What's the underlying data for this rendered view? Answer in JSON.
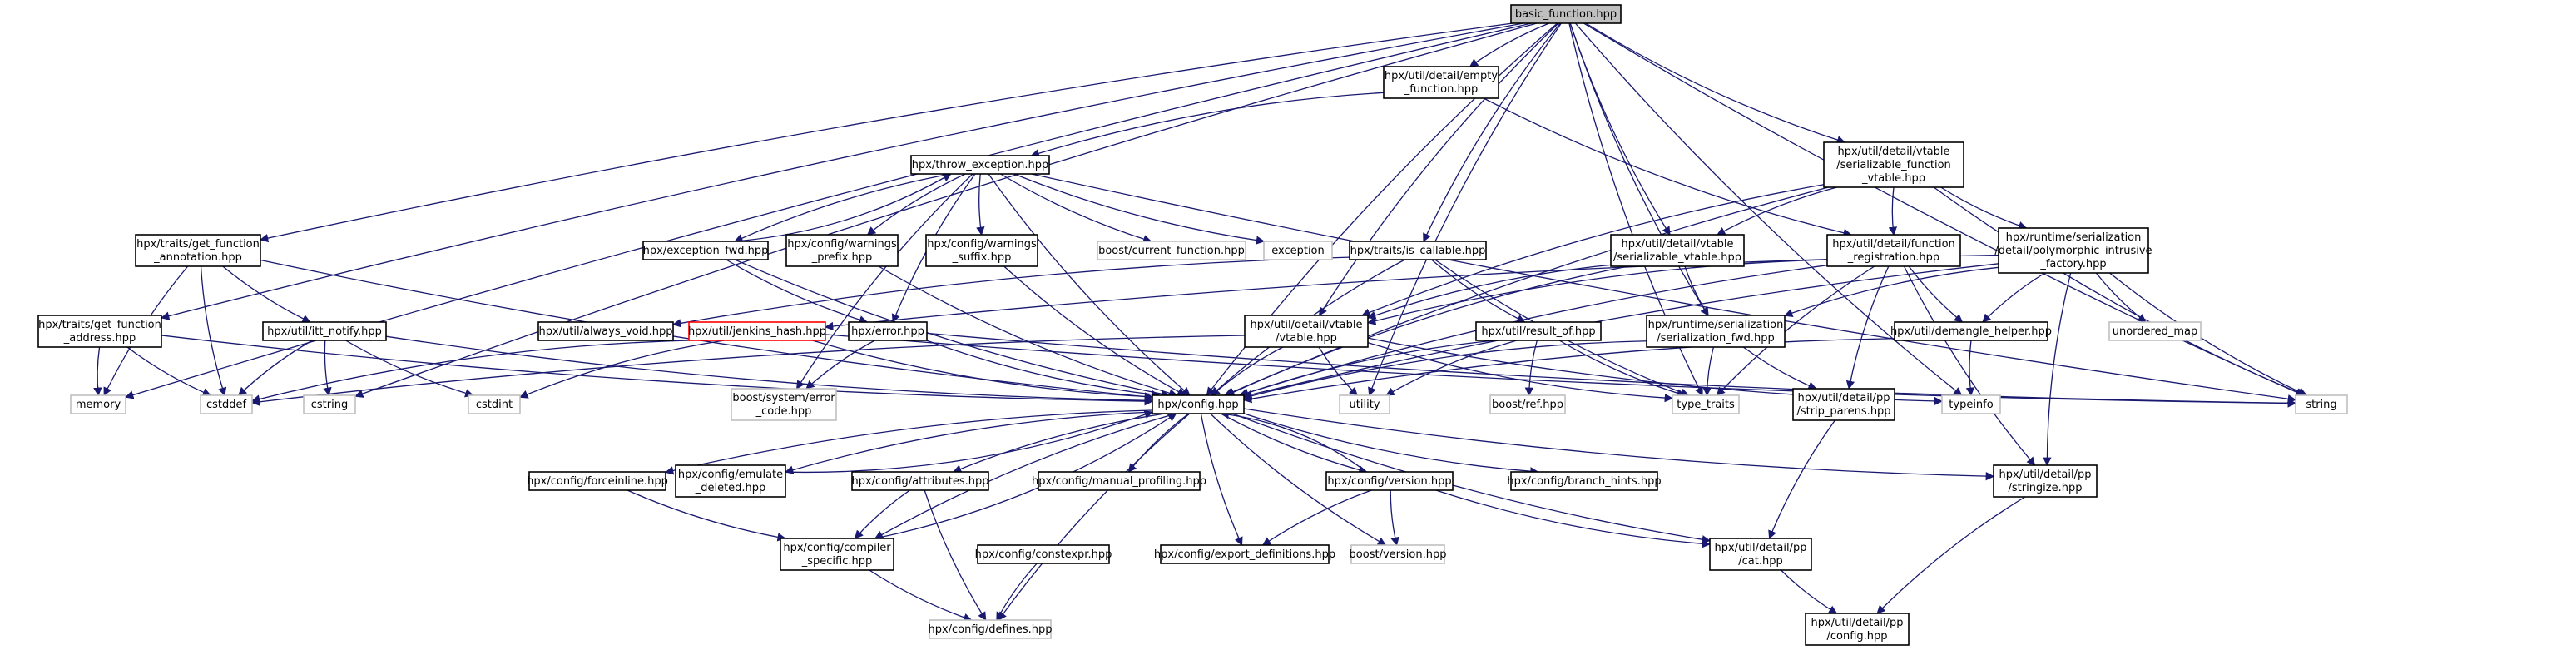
{
  "diagram": {
    "nodes": [
      {
        "id": "basic_function",
        "lines": [
          "basic_function.hpp"
        ],
        "style": "root"
      },
      {
        "id": "empty_function",
        "lines": [
          "hpx/util/detail/empty",
          "_function.hpp"
        ],
        "style": "boxed"
      },
      {
        "id": "throw_exception",
        "lines": [
          "hpx/throw_exception.hpp"
        ],
        "style": "boxed"
      },
      {
        "id": "serializable_function_vtable",
        "lines": [
          "hpx/util/detail/vtable",
          "/serializable_function",
          "_vtable.hpp"
        ],
        "style": "boxed"
      },
      {
        "id": "get_function_annotation",
        "lines": [
          "hpx/traits/get_function",
          "_annotation.hpp"
        ],
        "style": "boxed"
      },
      {
        "id": "exception_fwd",
        "lines": [
          "hpx/exception_fwd.hpp"
        ],
        "style": "boxed"
      },
      {
        "id": "warnings_prefix",
        "lines": [
          "hpx/config/warnings",
          "_prefix.hpp"
        ],
        "style": "boxed"
      },
      {
        "id": "warnings_suffix",
        "lines": [
          "hpx/config/warnings",
          "_suffix.hpp"
        ],
        "style": "boxed"
      },
      {
        "id": "current_function",
        "lines": [
          "boost/current_function.hpp"
        ],
        "style": "ext"
      },
      {
        "id": "exception",
        "lines": [
          "exception"
        ],
        "style": "ext"
      },
      {
        "id": "is_callable",
        "lines": [
          "hpx/traits/is_callable.hpp"
        ],
        "style": "boxed"
      },
      {
        "id": "serializable_vtable",
        "lines": [
          "hpx/util/detail/vtable",
          "/serializable_vtable.hpp"
        ],
        "style": "boxed"
      },
      {
        "id": "function_registration",
        "lines": [
          "hpx/util/detail/function",
          "_registration.hpp"
        ],
        "style": "boxed"
      },
      {
        "id": "polymorphic_intrusive_factory",
        "lines": [
          "hpx/runtime/serialization",
          "/detail/polymorphic_intrusive",
          "_factory.hpp"
        ],
        "style": "boxed"
      },
      {
        "id": "get_function_address",
        "lines": [
          "hpx/traits/get_function",
          "_address.hpp"
        ],
        "style": "boxed"
      },
      {
        "id": "itt_notify",
        "lines": [
          "hpx/util/itt_notify.hpp"
        ],
        "style": "boxed"
      },
      {
        "id": "always_void",
        "lines": [
          "hpx/util/always_void.hpp"
        ],
        "style": "boxed"
      },
      {
        "id": "jenkins_hash",
        "lines": [
          "hpx/util/jenkins_hash.hpp"
        ],
        "style": "hl"
      },
      {
        "id": "error",
        "lines": [
          "hpx/error.hpp"
        ],
        "style": "boxed"
      },
      {
        "id": "vtable",
        "lines": [
          "hpx/util/detail/vtable",
          "/vtable.hpp"
        ],
        "style": "boxed"
      },
      {
        "id": "result_of",
        "lines": [
          "hpx/util/result_of.hpp"
        ],
        "style": "boxed"
      },
      {
        "id": "serialization_fwd",
        "lines": [
          "hpx/runtime/serialization",
          "/serialization_fwd.hpp"
        ],
        "style": "boxed"
      },
      {
        "id": "demangle_helper",
        "lines": [
          "hpx/util/demangle_helper.hpp"
        ],
        "style": "boxed"
      },
      {
        "id": "unordered_map",
        "lines": [
          "unordered_map"
        ],
        "style": "ext"
      },
      {
        "id": "memory",
        "lines": [
          "memory"
        ],
        "style": "ext"
      },
      {
        "id": "cstddef",
        "lines": [
          "cstddef"
        ],
        "style": "ext"
      },
      {
        "id": "cstring",
        "lines": [
          "cstring"
        ],
        "style": "ext"
      },
      {
        "id": "cstdint",
        "lines": [
          "cstdint"
        ],
        "style": "ext"
      },
      {
        "id": "system_error_code",
        "lines": [
          "boost/system/error",
          "_code.hpp"
        ],
        "style": "ext"
      },
      {
        "id": "config",
        "lines": [
          "hpx/config.hpp"
        ],
        "style": "boxed"
      },
      {
        "id": "utility",
        "lines": [
          "utility"
        ],
        "style": "ext"
      },
      {
        "id": "ref",
        "lines": [
          "boost/ref.hpp"
        ],
        "style": "ext"
      },
      {
        "id": "type_traits",
        "lines": [
          "type_traits"
        ],
        "style": "ext"
      },
      {
        "id": "strip_parens",
        "lines": [
          "hpx/util/detail/pp",
          "/strip_parens.hpp"
        ],
        "style": "boxed"
      },
      {
        "id": "typeinfo",
        "lines": [
          "typeinfo"
        ],
        "style": "ext"
      },
      {
        "id": "string",
        "lines": [
          "string"
        ],
        "style": "ext"
      },
      {
        "id": "forceinline",
        "lines": [
          "hpx/config/forceinline.hpp"
        ],
        "style": "boxed"
      },
      {
        "id": "emulate_deleted",
        "lines": [
          "hpx/config/emulate",
          "_deleted.hpp"
        ],
        "style": "boxed"
      },
      {
        "id": "attributes",
        "lines": [
          "hpx/config/attributes.hpp"
        ],
        "style": "boxed"
      },
      {
        "id": "manual_profiling",
        "lines": [
          "hpx/config/manual_profiling.hpp"
        ],
        "style": "boxed"
      },
      {
        "id": "version",
        "lines": [
          "hpx/config/version.hpp"
        ],
        "style": "boxed"
      },
      {
        "id": "branch_hints",
        "lines": [
          "hpx/config/branch_hints.hpp"
        ],
        "style": "boxed"
      },
      {
        "id": "stringize",
        "lines": [
          "hpx/util/detail/pp",
          "/stringize.hpp"
        ],
        "style": "boxed"
      },
      {
        "id": "compiler_specific",
        "lines": [
          "hpx/config/compiler",
          "_specific.hpp"
        ],
        "style": "boxed"
      },
      {
        "id": "constexpr",
        "lines": [
          "hpx/config/constexpr.hpp"
        ],
        "style": "boxed"
      },
      {
        "id": "export_definitions",
        "lines": [
          "hpx/config/export_definitions.hpp"
        ],
        "style": "boxed"
      },
      {
        "id": "boost_version",
        "lines": [
          "boost/version.hpp"
        ],
        "style": "ext"
      },
      {
        "id": "pp_cat",
        "lines": [
          "hpx/util/detail/pp",
          "/cat.hpp"
        ],
        "style": "boxed"
      },
      {
        "id": "defines",
        "lines": [
          "hpx/config/defines.hpp"
        ],
        "style": "ext"
      },
      {
        "id": "pp_config",
        "lines": [
          "hpx/util/detail/pp",
          "/config.hpp"
        ],
        "style": "boxed"
      }
    ],
    "edges": [
      [
        "basic_function",
        "empty_function"
      ],
      [
        "basic_function",
        "is_callable"
      ],
      [
        "basic_function",
        "serializable_vtable"
      ],
      [
        "basic_function",
        "serializable_function_vtable"
      ],
      [
        "basic_function",
        "serialization_fwd"
      ],
      [
        "basic_function",
        "vtable"
      ],
      [
        "basic_function",
        "get_function_annotation"
      ],
      [
        "basic_function",
        "get_function_address"
      ],
      [
        "basic_function",
        "memory"
      ],
      [
        "basic_function",
        "cstring"
      ],
      [
        "basic_function",
        "config"
      ],
      [
        "basic_function",
        "utility"
      ],
      [
        "basic_function",
        "type_traits"
      ],
      [
        "basic_function",
        "typeinfo"
      ],
      [
        "basic_function",
        "string"
      ],
      [
        "empty_function",
        "throw_exception"
      ],
      [
        "empty_function",
        "function_registration"
      ],
      [
        "throw_exception",
        "exception_fwd"
      ],
      [
        "throw_exception",
        "error"
      ],
      [
        "throw_exception",
        "warnings_prefix"
      ],
      [
        "throw_exception",
        "warnings_suffix"
      ],
      [
        "throw_exception",
        "current_function"
      ],
      [
        "throw_exception",
        "exception"
      ],
      [
        "throw_exception",
        "config"
      ],
      [
        "throw_exception",
        "system_error_code"
      ],
      [
        "throw_exception",
        "string"
      ],
      [
        "exception_fwd",
        "throw_exception"
      ],
      [
        "exception_fwd",
        "error"
      ],
      [
        "exception_fwd",
        "config"
      ],
      [
        "warnings_prefix",
        "config"
      ],
      [
        "warnings_suffix",
        "config"
      ],
      [
        "error",
        "system_error_code"
      ],
      [
        "error",
        "config"
      ],
      [
        "error",
        "string"
      ],
      [
        "serializable_function_vtable",
        "function_registration"
      ],
      [
        "serializable_function_vtable",
        "polymorphic_intrusive_factory"
      ],
      [
        "serializable_function_vtable",
        "serializable_vtable"
      ],
      [
        "serializable_function_vtable",
        "vtable"
      ],
      [
        "serializable_function_vtable",
        "config"
      ],
      [
        "serializable_function_vtable",
        "string"
      ],
      [
        "function_registration",
        "demangle_helper"
      ],
      [
        "function_registration",
        "strip_parens"
      ],
      [
        "function_registration",
        "stringize"
      ],
      [
        "function_registration",
        "type_traits"
      ],
      [
        "function_registration",
        "vtable"
      ],
      [
        "function_registration",
        "config"
      ],
      [
        "polymorphic_intrusive_factory",
        "demangle_helper"
      ],
      [
        "polymorphic_intrusive_factory",
        "jenkins_hash"
      ],
      [
        "polymorphic_intrusive_factory",
        "serialization_fwd"
      ],
      [
        "polymorphic_intrusive_factory",
        "unordered_map"
      ],
      [
        "polymorphic_intrusive_factory",
        "string"
      ],
      [
        "polymorphic_intrusive_factory",
        "stringize"
      ],
      [
        "polymorphic_intrusive_factory",
        "config"
      ],
      [
        "serializable_vtable",
        "serialization_fwd"
      ],
      [
        "serializable_vtable",
        "vtable"
      ],
      [
        "serializable_vtable",
        "config"
      ],
      [
        "is_callable",
        "always_void"
      ],
      [
        "is_callable",
        "result_of"
      ],
      [
        "is_callable",
        "config"
      ],
      [
        "is_callable",
        "type_traits"
      ],
      [
        "get_function_annotation",
        "itt_notify"
      ],
      [
        "get_function_annotation",
        "cstddef"
      ],
      [
        "get_function_annotation",
        "memory"
      ],
      [
        "get_function_annotation",
        "config"
      ],
      [
        "get_function_address",
        "cstddef"
      ],
      [
        "get_function_address",
        "memory"
      ],
      [
        "get_function_address",
        "config"
      ],
      [
        "itt_notify",
        "cstddef"
      ],
      [
        "itt_notify",
        "cstdint"
      ],
      [
        "itt_notify",
        "cstring"
      ],
      [
        "itt_notify",
        "config"
      ],
      [
        "jenkins_hash",
        "cstddef"
      ],
      [
        "jenkins_hash",
        "cstdint"
      ],
      [
        "jenkins_hash",
        "config"
      ],
      [
        "jenkins_hash",
        "string"
      ],
      [
        "vtable",
        "cstddef"
      ],
      [
        "vtable",
        "utility"
      ],
      [
        "vtable",
        "type_traits"
      ],
      [
        "vtable",
        "typeinfo"
      ],
      [
        "vtable",
        "config"
      ],
      [
        "result_of",
        "ref"
      ],
      [
        "result_of",
        "utility"
      ],
      [
        "result_of",
        "type_traits"
      ],
      [
        "result_of",
        "config"
      ],
      [
        "serialization_fwd",
        "strip_parens"
      ],
      [
        "serialization_fwd",
        "type_traits"
      ],
      [
        "serialization_fwd",
        "config"
      ],
      [
        "demangle_helper",
        "typeinfo"
      ],
      [
        "demangle_helper",
        "config"
      ],
      [
        "config",
        "forceinline"
      ],
      [
        "config",
        "emulate_deleted"
      ],
      [
        "config",
        "attributes"
      ],
      [
        "config",
        "manual_profiling"
      ],
      [
        "config",
        "version"
      ],
      [
        "config",
        "branch_hints"
      ],
      [
        "config",
        "stringize"
      ],
      [
        "config",
        "compiler_specific"
      ],
      [
        "config",
        "export_definitions"
      ],
      [
        "config",
        "boost_version"
      ],
      [
        "config",
        "pp_cat"
      ],
      [
        "config",
        "defines"
      ],
      [
        "emulate_deleted",
        "config"
      ],
      [
        "version",
        "config"
      ],
      [
        "version",
        "export_definitions"
      ],
      [
        "version",
        "boost_version"
      ],
      [
        "version",
        "pp_cat"
      ],
      [
        "forceinline",
        "compiler_specific"
      ],
      [
        "attributes",
        "compiler_specific"
      ],
      [
        "attributes",
        "defines"
      ],
      [
        "compiler_specific",
        "config"
      ],
      [
        "compiler_specific",
        "defines"
      ],
      [
        "constexpr",
        "defines"
      ],
      [
        "stringize",
        "pp_config"
      ],
      [
        "pp_cat",
        "pp_config"
      ],
      [
        "strip_parens",
        "pp_cat"
      ]
    ]
  }
}
